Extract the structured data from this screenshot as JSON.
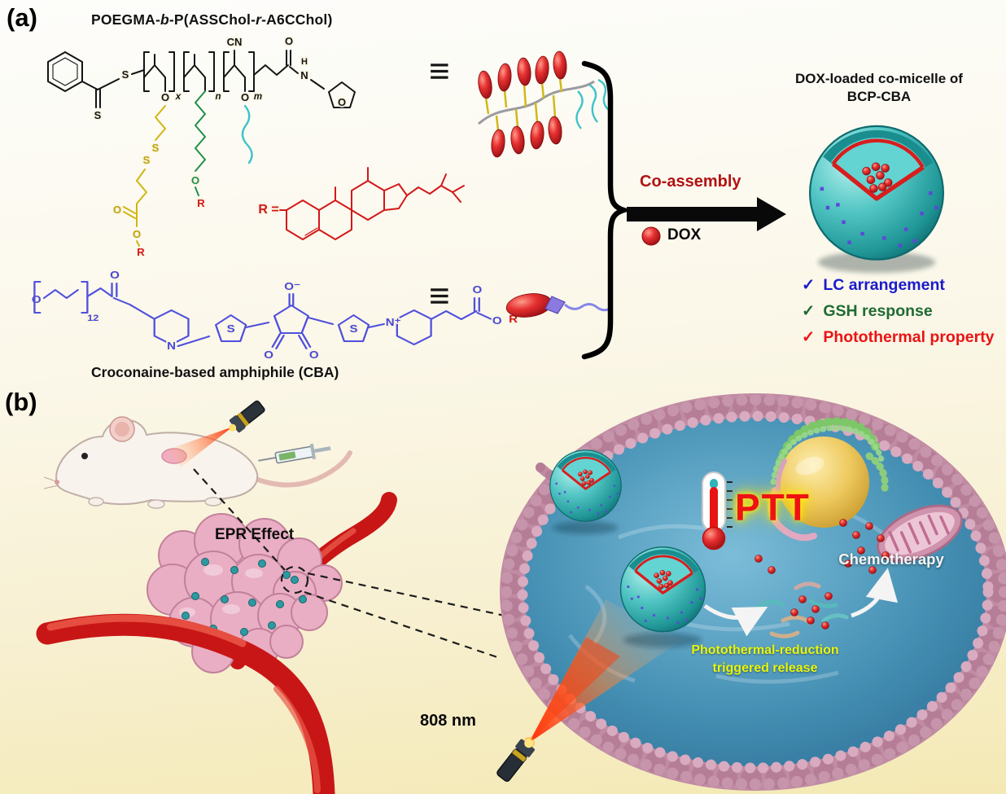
{
  "panel_a": {
    "label": "(a)",
    "polymer_title": {
      "p1": "POEGMA-",
      "p2": "b",
      "p3": "-P(ASSChol-",
      "p4": "r",
      "p5": "-A6CChol)"
    },
    "equiv_top": "≡",
    "equiv_bottom": "≡",
    "cba_caption": "Croconaine-based amphiphile (CBA)",
    "coassembly_label": "Co-assembly",
    "dox_label": "DOX",
    "micelle_caption_line1": "DOX-loaded co-micelle of",
    "micelle_caption_line2": "BCP-CBA",
    "features": [
      {
        "check": "✓",
        "label": "LC arrangement",
        "color": "#1a1acc"
      },
      {
        "check": "✓",
        "label": "GSH response",
        "color": "#1f6b33"
      },
      {
        "check": "✓",
        "label": "Photothermal property",
        "color": "#ea1414"
      }
    ],
    "chem": {
      "S": "S",
      "O": "O",
      "N": "N",
      "H": "H",
      "CN": "CN",
      "R": "R",
      "R_eq": "R =",
      "x": "x",
      "n": "n",
      "m": "m",
      "sub12": "12",
      "O_minus": "O⁻",
      "N_plus": "N⁺"
    }
  },
  "panel_b": {
    "label": "(b)",
    "epr_label": "EPR Effect",
    "ptt_label": "PTT",
    "chemo_label": "Chemotherapy",
    "release_line1": "Photothermal-reduction",
    "release_line2": "triggered release",
    "laser_label": "808 nm"
  },
  "colors": {
    "coassembly_red": "#b21212",
    "feature_blue": "#1a1acc",
    "feature_green": "#1f6b33",
    "feature_red": "#ea1414",
    "micelle_teal": "#3fb8b8",
    "membrane_pink": "#c08ba3",
    "vessel_red": "#c81616",
    "release_yellow": "#e8f50c",
    "dox_red": "#d42020"
  }
}
